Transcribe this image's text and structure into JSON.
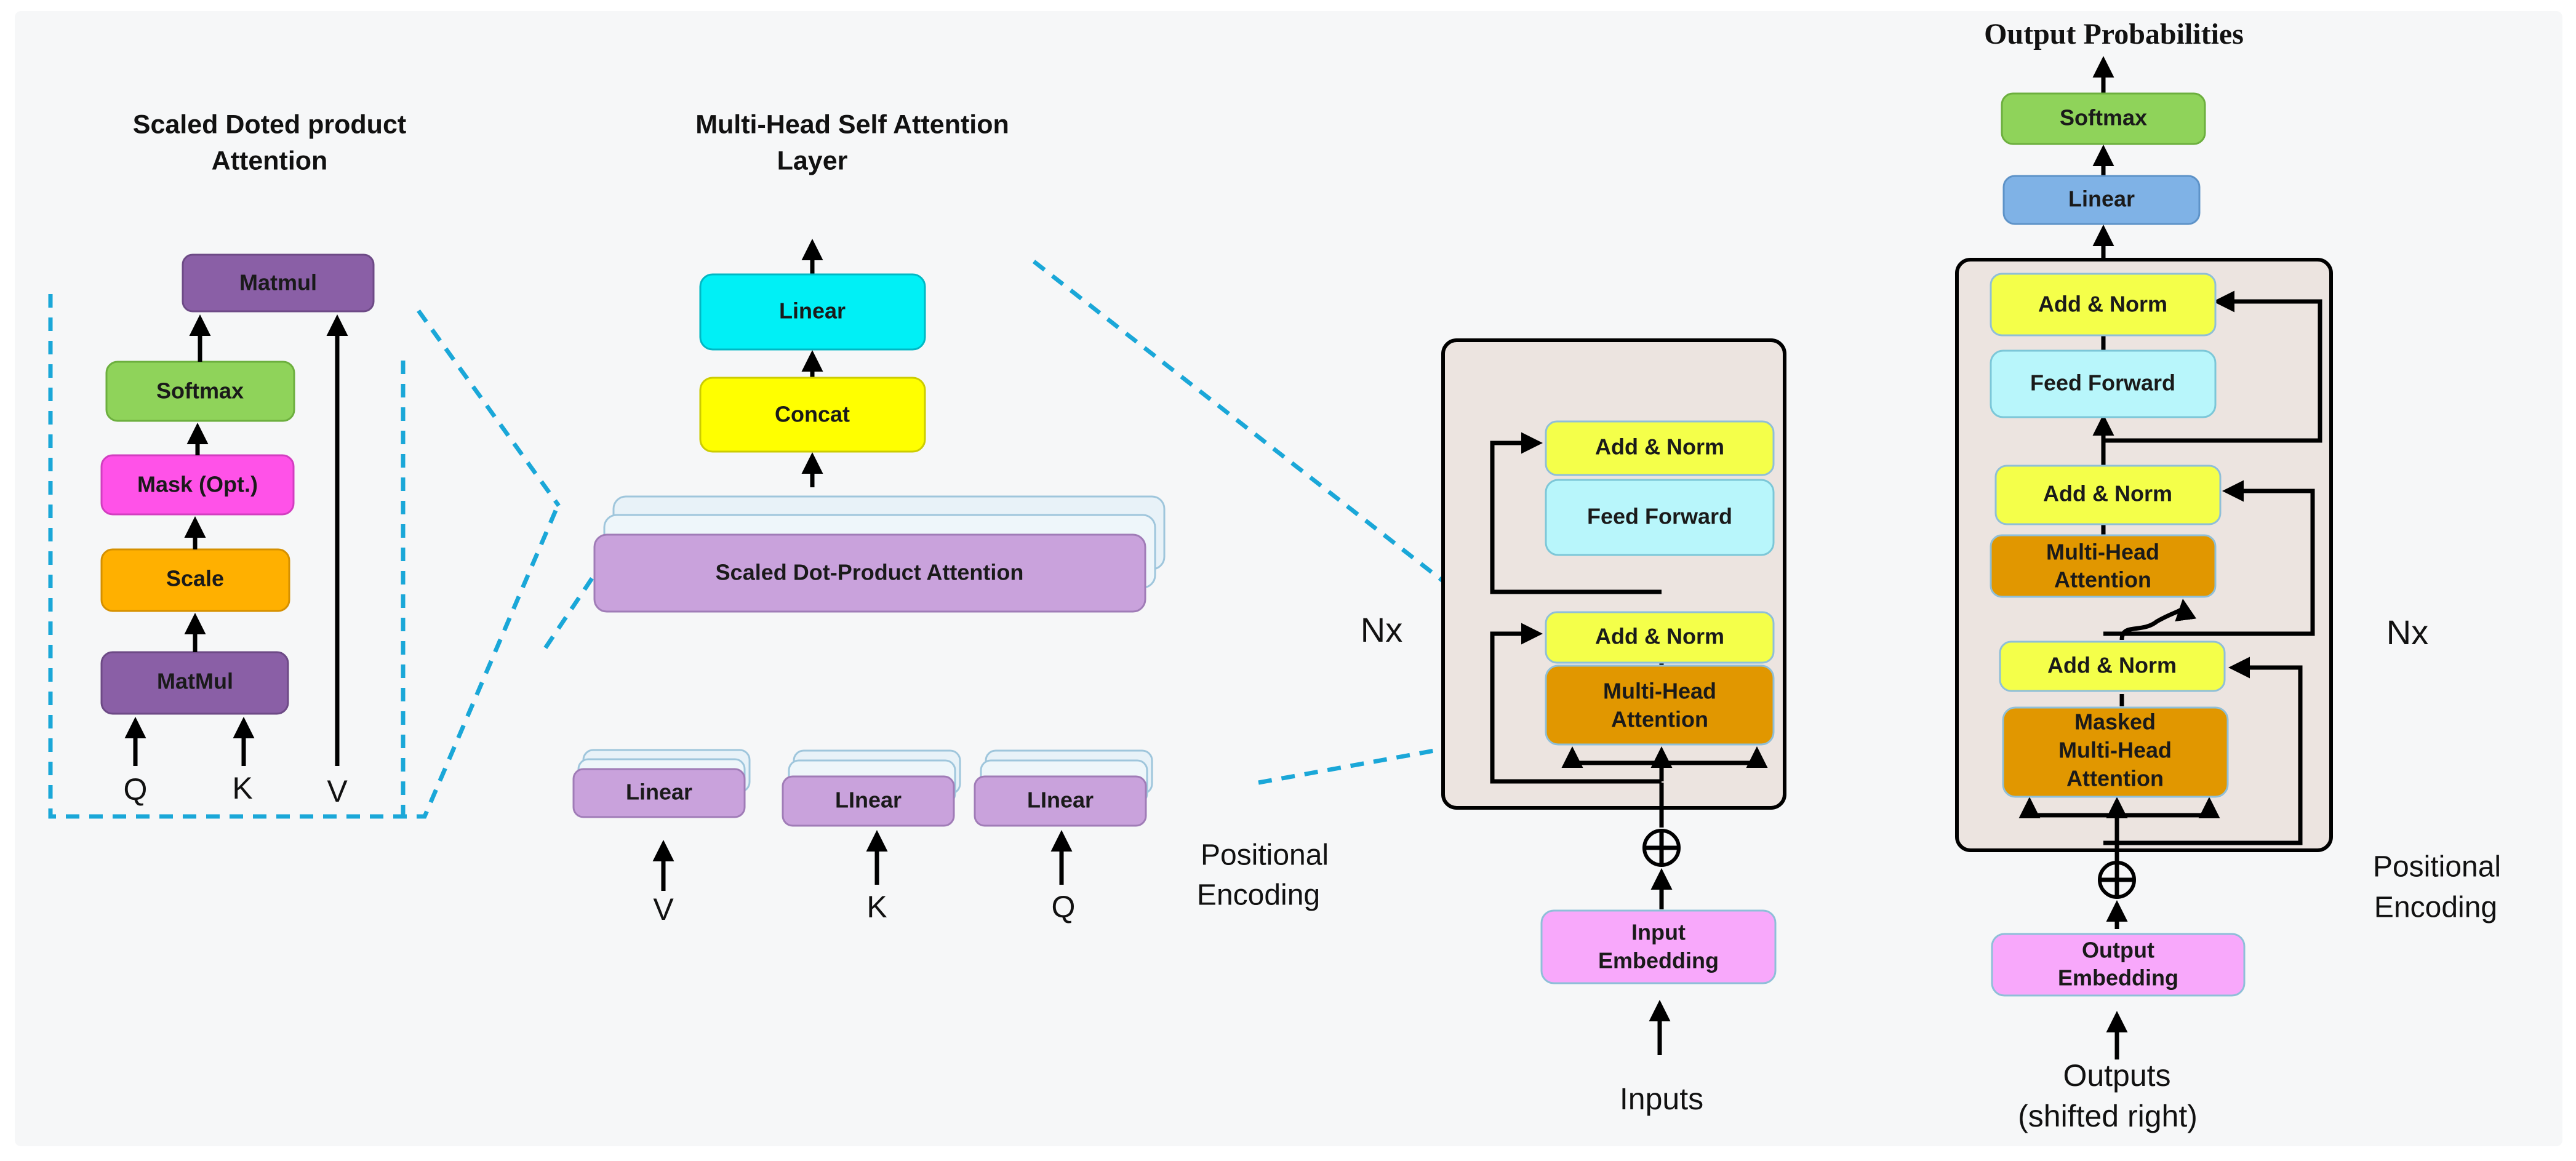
{
  "colors": {
    "background": "#f6f7f8",
    "purple_dark": "#8a5fa6",
    "green": "#8fd35a",
    "magenta": "#ff52e8",
    "orange": "#ffb000",
    "cyan": "#00f0f6",
    "yellow": "#ffff00",
    "lavender": "#c9a2dc",
    "light_cyan": "#b8f6fb",
    "yellow_light": "#f4ff4a",
    "amber": "#e19700",
    "pink": "#f8a8fb",
    "blue": "#7fb2e6",
    "panel": "#ece4e0",
    "dash": "#1aa7d8"
  },
  "sdpa": {
    "title_line1": "Scaled Doted product",
    "title_line2": "Attention",
    "matmul_top": "Matmul",
    "softmax": "Softmax",
    "mask": "Mask (Opt.)",
    "scale": "Scale",
    "matmul_bottom": "MatMul",
    "q": "Q",
    "k": "K",
    "v": "V"
  },
  "mhsa": {
    "title_line1": "Multi-Head Self Attention",
    "title_line2": "Layer",
    "linear_top": "Linear",
    "concat": "Concat",
    "sdpa": "Scaled Dot-Product Attention",
    "linear_v": "Linear",
    "linear_k": "LInear",
    "linear_q": "LInear",
    "v": "V",
    "k": "K",
    "q": "Q"
  },
  "encoder": {
    "nx": "Nx",
    "add_norm_top": "Add & Norm",
    "feed_forward": "Feed Forward",
    "add_norm_bottom": "Add & Norm",
    "mha_line1": "Multi-Head",
    "mha_line2": "Attention",
    "pos_line1": "Positional",
    "pos_line2": "Encoding",
    "emb_line1": "Input",
    "emb_line2": "Embedding",
    "inputs": "Inputs"
  },
  "decoder": {
    "output_probabilities": "Output Probabilities",
    "softmax": "Softmax",
    "linear": "Linear",
    "add_norm_1": "Add & Norm",
    "feed_forward": "Feed Forward",
    "add_norm_2": "Add & Norm",
    "mha_line1": "Multi-Head",
    "mha_line2": "Attention",
    "add_norm_3": "Add & Norm",
    "masked_line1": "Masked",
    "masked_line2": "Multi-Head",
    "masked_line3": "Attention",
    "nx": "Nx",
    "pos_line1": "Positional",
    "pos_line2": "Encoding",
    "emb_line1": "Output",
    "emb_line2": "Embedding",
    "outputs_line1": "Outputs",
    "outputs_line2": "(shifted right)"
  }
}
